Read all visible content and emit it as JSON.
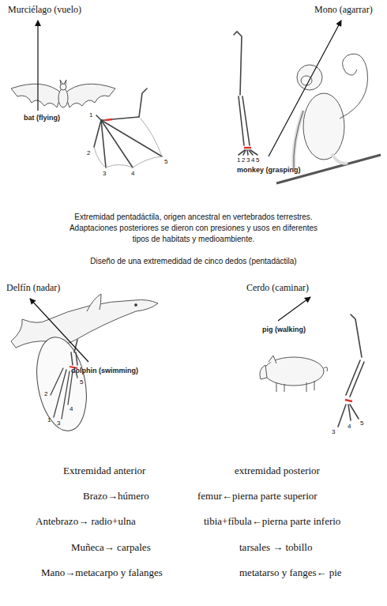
{
  "diagram": {
    "labels": [
      "Murciélago (vuelo)",
      "Mono (agarrar)",
      "bat (flying)",
      "1",
      "2",
      "3",
      "4",
      "5",
      "monkey (grasping)",
      "1",
      "2",
      "3",
      "4",
      "5",
      "Extremidad pentadáctila, origen ancestral en  vertebrados terrestres. Adaptaciones posteriores  se dieron con presiones y usos en diferentes tipos de habitats y medioambiente.",
      "Diseño de una extremedidad de cinco dedos (pentadáctila)",
      "Delfín (nadar)",
      "Cerdo (caminar)",
      "dolphin (swimming)",
      "1",
      "2",
      "3",
      "4",
      "5",
      "pig (walking)",
      "3",
      "4",
      "5",
      "Extremidad anterior",
      "extremidad posterior",
      "Brazo→húmero",
      "femur←pierna parte superior",
      "Antebrazo→ radio+ulna",
      "tibia+fíbula←pierna parte inferio",
      "Muñeca→ carpales",
      "tarsales → tobillo",
      "Mano→metacarpo y falanges",
      "metatarso y fanges← pie"
    ]
  }
}
